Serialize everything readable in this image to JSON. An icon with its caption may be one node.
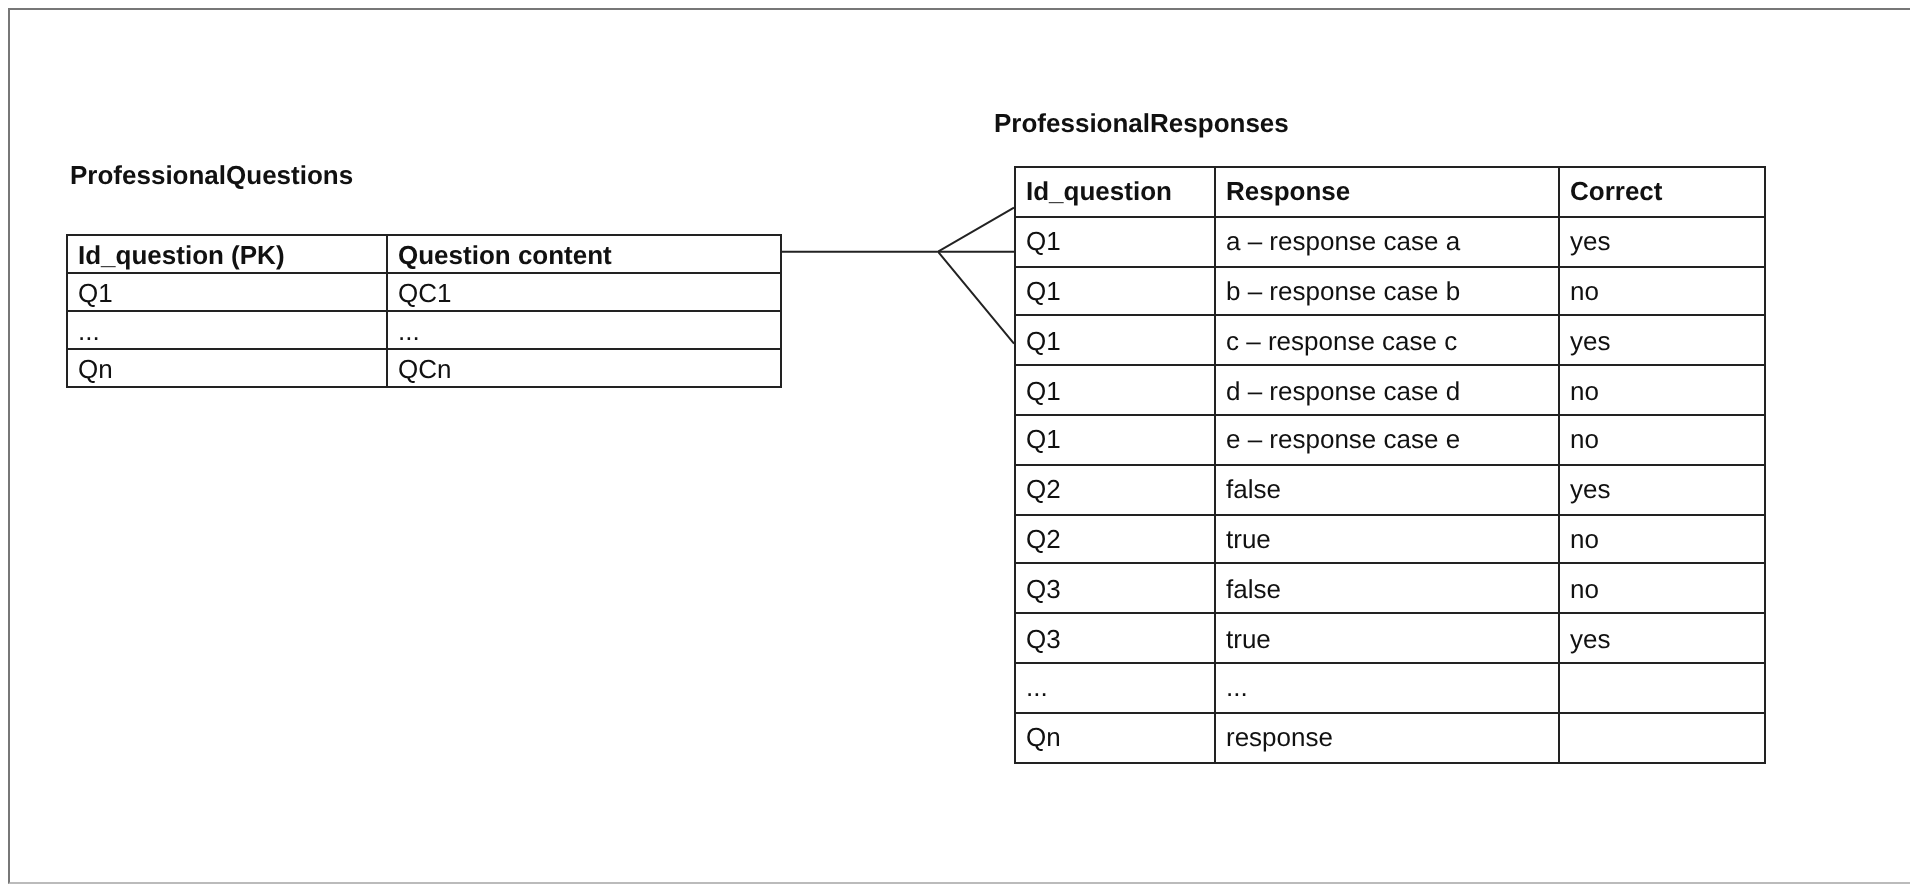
{
  "diagram": {
    "nodes": [
      {
        "text": [
          "ProfessionalQuestions",
          "Id_question (PK)",
          "Question content",
          "Q1",
          "QC1",
          "...",
          "...",
          "Qn",
          "QCn"
        ]
      },
      {
        "text": [
          "ProfessionalResponses",
          "Id_question",
          "Response",
          "Correct",
          "Q1",
          "a – response case a",
          "yes",
          "Q1",
          "b – response case b",
          "no",
          "Q1",
          "c – response case c",
          "yes",
          "Q1",
          "d – response case d",
          "no",
          "Q1",
          "e – response case e",
          "no",
          "Q2",
          "false",
          "yes",
          "Q2",
          "true",
          "no",
          "Q3",
          "false",
          "no",
          "Q3",
          "true",
          "yes",
          "...",
          "...",
          "Qn",
          "response"
        ]
      }
    ],
    "edges": [
      {
        "from": 0,
        "to": 1,
        "arrow": "other"
      }
    ]
  }
}
